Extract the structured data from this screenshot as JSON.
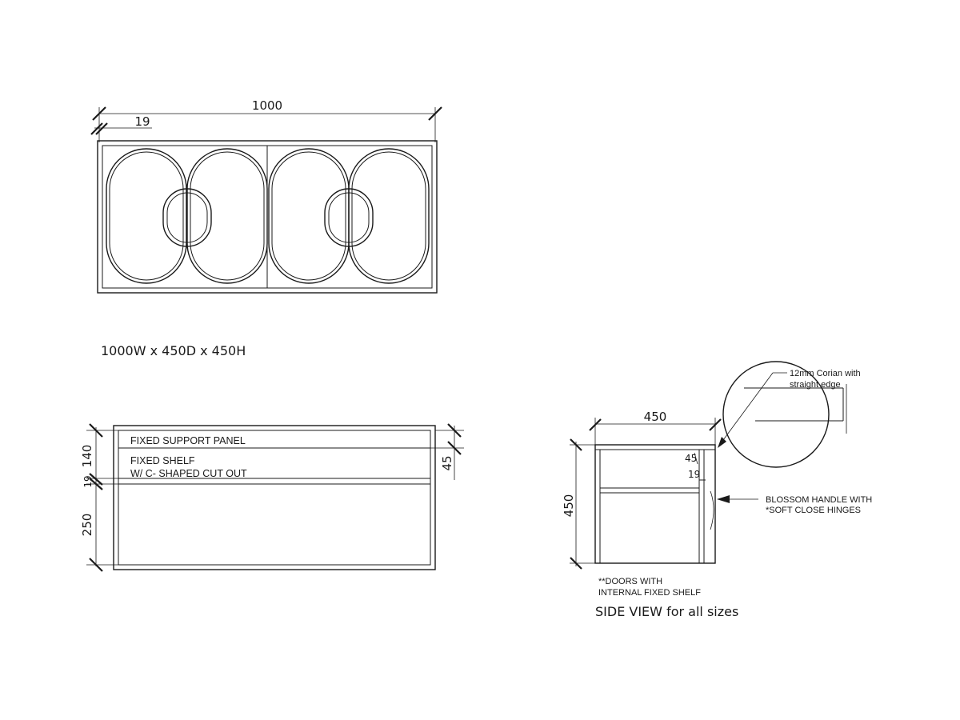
{
  "front_view": {
    "dim_width": "1000",
    "dim_edge": "19"
  },
  "caption_size": "1000W x 450D x 450H",
  "section_view": {
    "label_support_panel": "FIXED SUPPORT PANEL",
    "label_shelf_line1": "FIXED SHELF",
    "label_shelf_line2": "W/ C- SHAPED CUT OUT",
    "dim_140": "140",
    "dim_19": "19",
    "dim_250": "250",
    "dim_45": "45"
  },
  "side_view": {
    "dim_depth": "450",
    "dim_height": "450",
    "dim_45": "45",
    "dim_19": "19",
    "detail_label_line1": "12mm Corian with",
    "detail_label_line2": "straight edge",
    "handle_label_line1": "BLOSSOM HANDLE WITH",
    "handle_label_line2": "*SOFT CLOSE HINGES",
    "doors_note_line1": "**DOORS WITH",
    "doors_note_line2": "INTERNAL FIXED SHELF",
    "caption": "SIDE VIEW for all sizes"
  }
}
